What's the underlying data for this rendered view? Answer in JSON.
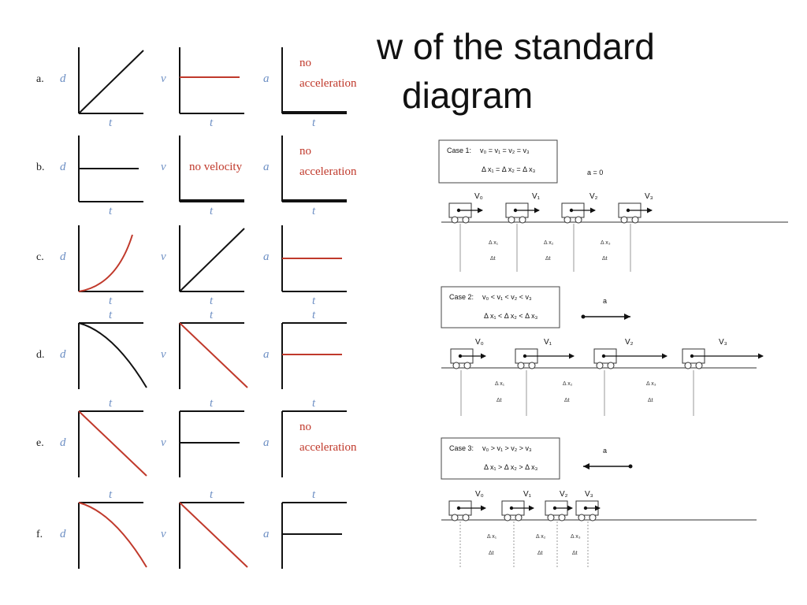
{
  "title": {
    "line1": "w of the standard",
    "line2": "diagram"
  },
  "graph_grid": {
    "rows": [
      {
        "label": "a.",
        "panels": [
          {
            "ylabel": "d",
            "xlabel": "t",
            "curve": "linear-up",
            "color": "#111111",
            "note": ""
          },
          {
            "ylabel": "v",
            "xlabel": "t",
            "curve": "flat-high",
            "color": "#c0392b",
            "note": ""
          },
          {
            "ylabel": "a",
            "xlabel": "t",
            "curve": "zero",
            "color": "#111111",
            "note_lines": [
              "no",
              "acceleration"
            ]
          }
        ]
      },
      {
        "label": "b.",
        "panels": [
          {
            "ylabel": "d",
            "xlabel": "t",
            "curve": "flat-mid",
            "color": "#111111",
            "note": ""
          },
          {
            "ylabel": "v",
            "xlabel": "t",
            "curve": "zero",
            "color": "#111111",
            "note_lines": [
              "no velocity"
            ]
          },
          {
            "ylabel": "a",
            "xlabel": "t",
            "curve": "zero",
            "color": "#111111",
            "note_lines": [
              "no",
              "acceleration"
            ]
          }
        ]
      },
      {
        "label": "c.",
        "panels": [
          {
            "ylabel": "d",
            "xlabel": "t",
            "curve": "parabola-up",
            "color": "#c0392b",
            "note": ""
          },
          {
            "ylabel": "v",
            "xlabel": "t",
            "curve": "linear-up",
            "color": "#111111",
            "note": ""
          },
          {
            "ylabel": "a",
            "xlabel": "t",
            "curve": "flat-mid",
            "color": "#c0392b",
            "note": ""
          }
        ]
      },
      {
        "label": "d.",
        "panels": [
          {
            "ylabel": "d",
            "xlabel": "t",
            "curve": "parabola-down",
            "color": "#111111",
            "note": ""
          },
          {
            "ylabel": "v",
            "xlabel": "t",
            "curve": "linear-down",
            "color": "#c0392b",
            "note": ""
          },
          {
            "ylabel": "a",
            "xlabel": "t",
            "curve": "flat-mid",
            "color": "#c0392b",
            "note": ""
          }
        ]
      },
      {
        "label": "e.",
        "panels": [
          {
            "ylabel": "d",
            "xlabel": "t",
            "curve": "linear-down",
            "color": "#c0392b",
            "note": ""
          },
          {
            "ylabel": "v",
            "xlabel": "t",
            "curve": "flat-mid",
            "color": "#111111",
            "note": ""
          },
          {
            "ylabel": "a",
            "xlabel": "t",
            "curve": "none",
            "color": "#111111",
            "note_lines": [
              "no",
              "acceleration"
            ]
          }
        ]
      },
      {
        "label": "f.",
        "panels": [
          {
            "ylabel": "d",
            "xlabel": "t",
            "curve": "parabola-down",
            "color": "#c0392b",
            "note": ""
          },
          {
            "ylabel": "v",
            "xlabel": "t",
            "curve": "linear-down",
            "color": "#c0392b",
            "note": ""
          },
          {
            "ylabel": "a",
            "xlabel": "t",
            "curve": "flat-mid",
            "color": "#111111",
            "note": ""
          }
        ]
      }
    ]
  },
  "cases": [
    {
      "heading": "Case 1:",
      "line1": "v₀ = v₁ = v₂ = v₃",
      "line2": "Δ x₁ = Δ x₂ = Δ x₃",
      "accel_label": "a = 0",
      "accel_dir": "none",
      "velocities": [
        "V₀",
        "V₁",
        "V₂",
        "V₃"
      ],
      "intervals": [
        {
          "dx": "Δ x₁",
          "dt": "Δt"
        },
        {
          "dx": "Δ x₂",
          "dt": "Δt"
        },
        {
          "dx": "Δ x₃",
          "dt": "Δt"
        }
      ]
    },
    {
      "heading": "Case 2:",
      "line1": "v₀ < v₁ < v₂ < v₃",
      "line2": "Δ x₁ < Δ x₂ < Δ x₃",
      "accel_label": "a",
      "accel_dir": "right",
      "velocities": [
        "V₀",
        "V₁",
        "V₂",
        "V₃"
      ],
      "intervals": [
        {
          "dx": "Δ x₁",
          "dt": "Δt"
        },
        {
          "dx": "Δ x₂",
          "dt": "Δt"
        },
        {
          "dx": "Δ x₃",
          "dt": "Δt"
        }
      ]
    },
    {
      "heading": "Case 3:",
      "line1": "v₀ > v₁ > v₂ > v₃",
      "line2": "Δ x₁ > Δ x₂ > Δ x₃",
      "accel_label": "a",
      "accel_dir": "left",
      "velocities": [
        "V₀",
        "V₁",
        "V₂",
        "V₃"
      ],
      "intervals": [
        {
          "dx": "Δ x₁",
          "dt": "Δt"
        },
        {
          "dx": "Δ x₂",
          "dt": "Δt"
        },
        {
          "dx": "Δ x₃",
          "dt": "Δt"
        }
      ]
    }
  ],
  "colors": {
    "red": "#c0392b",
    "black": "#111111",
    "axis_label_blue": "#6d8fc4"
  }
}
